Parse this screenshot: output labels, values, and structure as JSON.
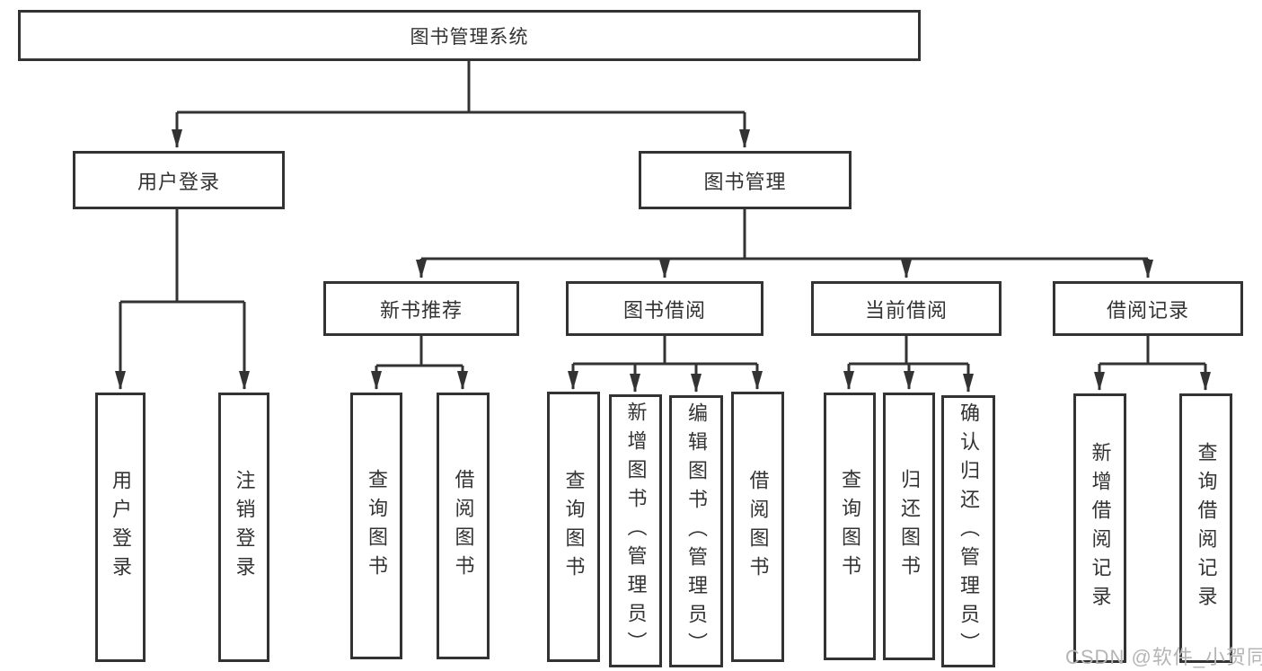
{
  "diagram": {
    "title": "图书管理系统",
    "branches": [
      {
        "label": "用户登录",
        "leaves": [
          "用户登录",
          "注销登录"
        ]
      },
      {
        "label": "图书管理",
        "groups": [
          {
            "label": "新书推荐",
            "leaves": [
              "查询图书",
              "借阅图书"
            ]
          },
          {
            "label": "图书借阅",
            "leaves": [
              "查询图书",
              "新增图书（管理员）",
              "编辑图书（管理员）",
              "借阅图书"
            ]
          },
          {
            "label": "当前借阅",
            "leaves": [
              "查询图书",
              "归还图书",
              "确认归还（管理员）"
            ]
          },
          {
            "label": "借阅记录",
            "leaves": [
              "新增借阅记录",
              "查询借阅记录"
            ]
          }
        ]
      }
    ]
  },
  "colors": {
    "line": "#333333",
    "box_border": "#333333",
    "text": "#333333",
    "watermark": "#b5b5b5"
  },
  "watermark": {
    "text": "CSDN @软件_小贺同学"
  }
}
